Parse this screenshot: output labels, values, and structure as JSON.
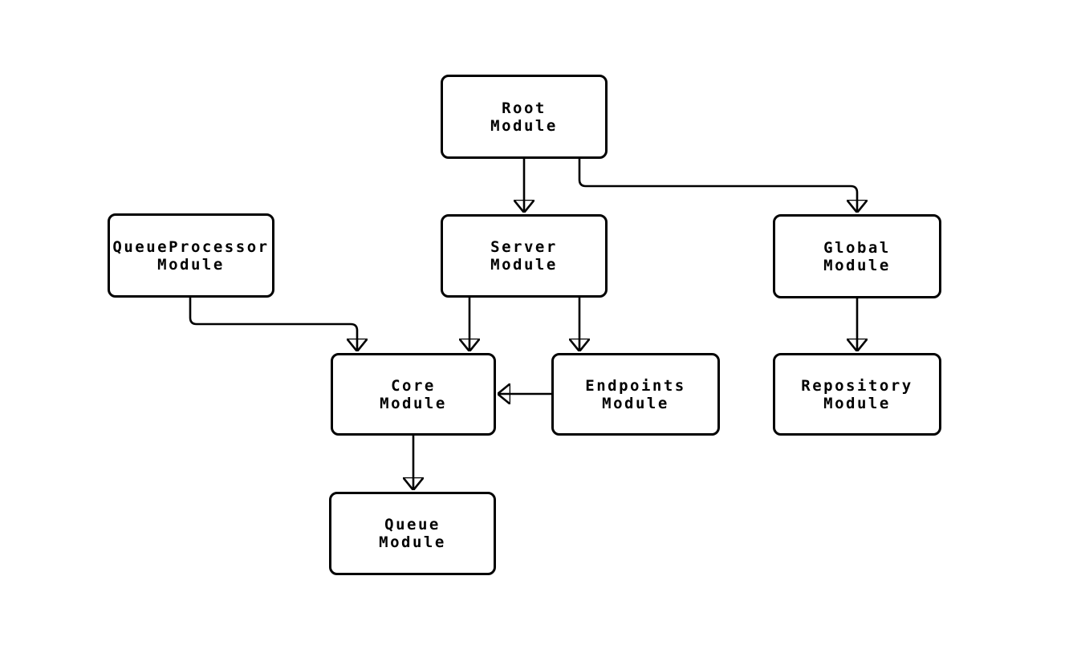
{
  "diagram": {
    "type": "module-dependency-graph",
    "background_color": "#ffffff",
    "node_fill": "#ffffff",
    "stroke_color": "#000000"
  },
  "nodes": {
    "root": {
      "label": "Root\nModule"
    },
    "queueProcessor": {
      "label": "QueueProcessor\nModule"
    },
    "server": {
      "label": "Server\nModule"
    },
    "global": {
      "label": "Global\nModule"
    },
    "core": {
      "label": "Core\nModule"
    },
    "endpoints": {
      "label": "Endpoints\nModule"
    },
    "repository": {
      "label": "Repository\nModule"
    },
    "queue": {
      "label": "Queue\nModule"
    }
  },
  "edges": [
    {
      "from": "root",
      "to": "server"
    },
    {
      "from": "root",
      "to": "global"
    },
    {
      "from": "queueProcessor",
      "to": "core"
    },
    {
      "from": "server",
      "to": "core"
    },
    {
      "from": "server",
      "to": "endpoints"
    },
    {
      "from": "endpoints",
      "to": "core"
    },
    {
      "from": "global",
      "to": "repository"
    },
    {
      "from": "core",
      "to": "queue"
    }
  ]
}
